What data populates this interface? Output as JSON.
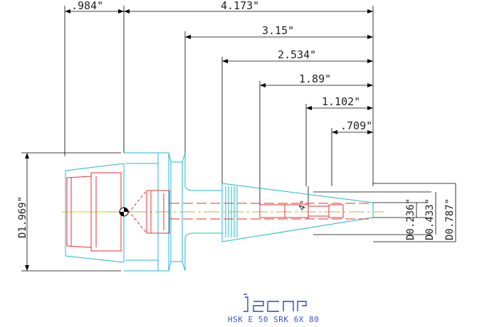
{
  "dimensions": {
    "top": [
      ".984\"",
      "4.173\"",
      "3.15\"",
      "2.534\"",
      "1.89\"",
      "1.102\"",
      ".709\""
    ],
    "left": "D1.969\"",
    "right": [
      "D0.236\"",
      "D0.433\"",
      "D0.787\""
    ],
    "angle": "4°"
  },
  "logo": {
    "text": "iscar"
  },
  "caption": "HSK E 50 SRK 6X 80",
  "colors": {
    "dimension_lines": "#000000",
    "outline": "#22b8cf",
    "hidden_red": "#e83030",
    "centerline": "#c8c800"
  }
}
